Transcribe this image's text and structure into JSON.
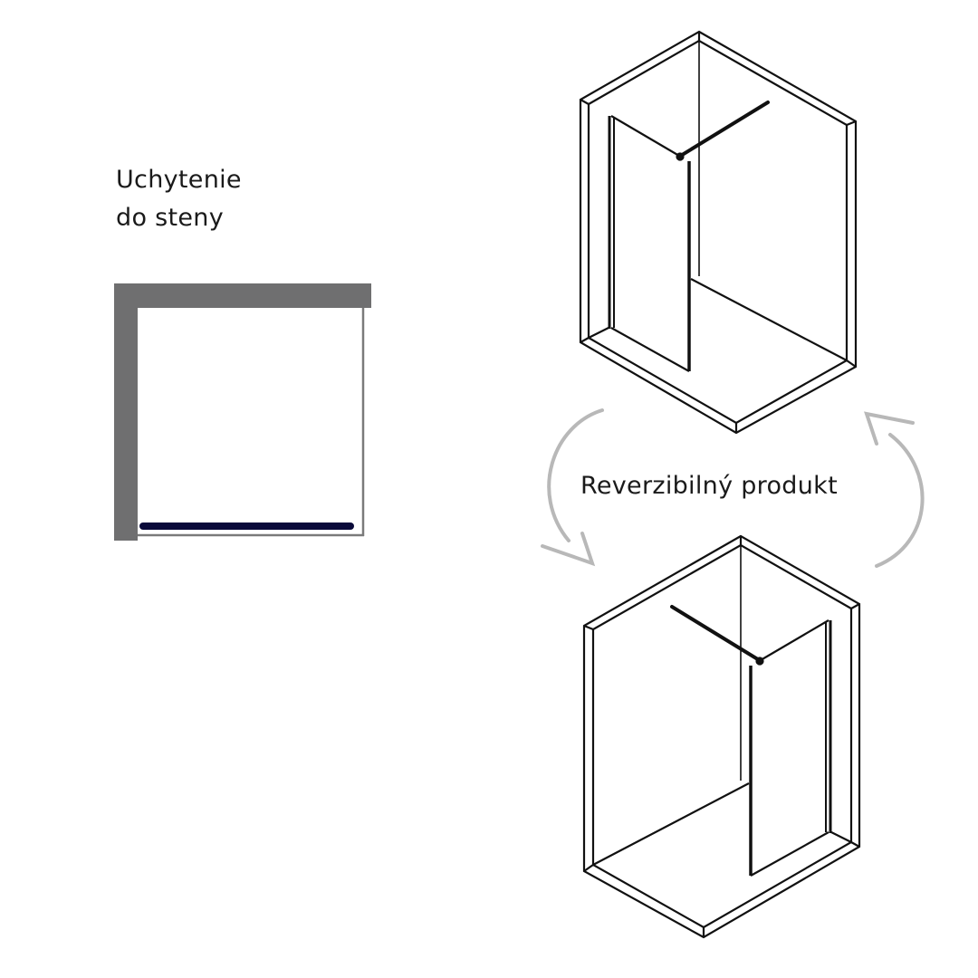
{
  "mount_label": {
    "line1": "Uchytenie",
    "line2": "do steny"
  },
  "reversible_label": "Reverzibilný produkt",
  "colors": {
    "wall": "#6f6f70",
    "glass_profile": "#0a0a3a",
    "arrow": "#b8b8b8",
    "outline": "#111111"
  }
}
